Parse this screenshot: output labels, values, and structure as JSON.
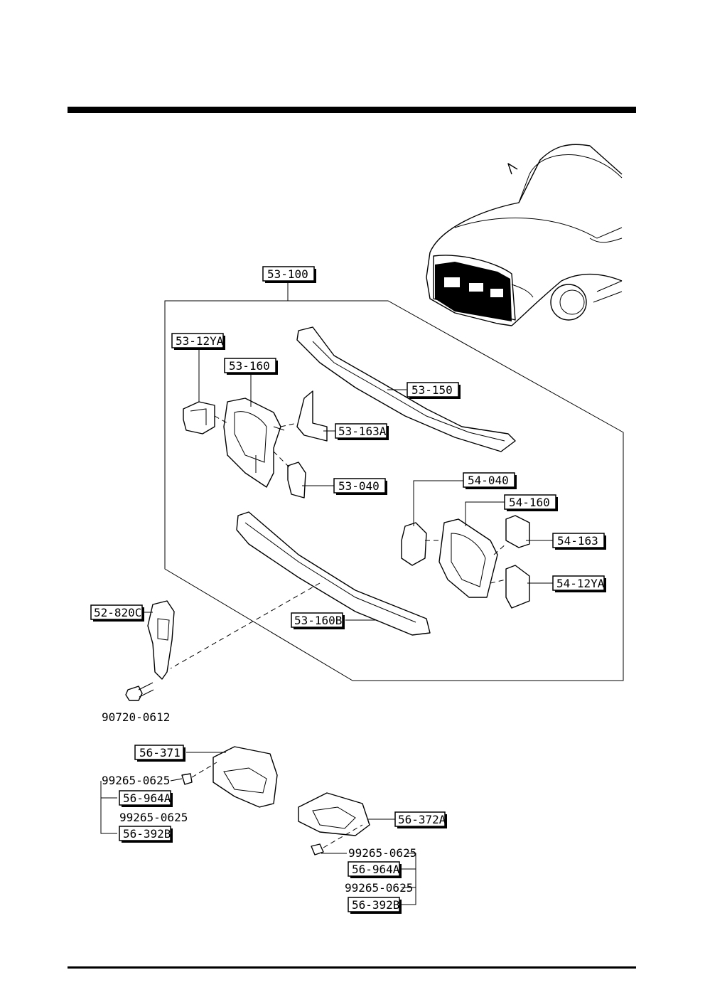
{
  "labels": {
    "l53_100": "53-100",
    "l53_12YA": "53-12YA",
    "l53_160": "53-160",
    "l53_150": "53-150",
    "l53_163A": "53-163A",
    "l53_040": "53-040",
    "l54_040": "54-040",
    "l54_160": "54-160",
    "l54_163": "54-163",
    "l54_12YA": "54-12YA",
    "l52_820C": "52-820C",
    "l53_160B": "53-160B",
    "l56_371": "56-371",
    "l56_372A": "56-372A",
    "l56_964A_left": "56-964A",
    "l56_392B_left": "56-392B",
    "l56_964A_right": "56-964A",
    "l56_392B_right": "56-392B"
  },
  "codes": {
    "c90720_0612": "90720-0612",
    "c99265_0625_left_top": "99265-0625",
    "c99265_0625_left_mid": "99265-0625",
    "c99265_0625_right_top": "99265-0625",
    "c99265_0625_right_mid": "99265-0625"
  }
}
